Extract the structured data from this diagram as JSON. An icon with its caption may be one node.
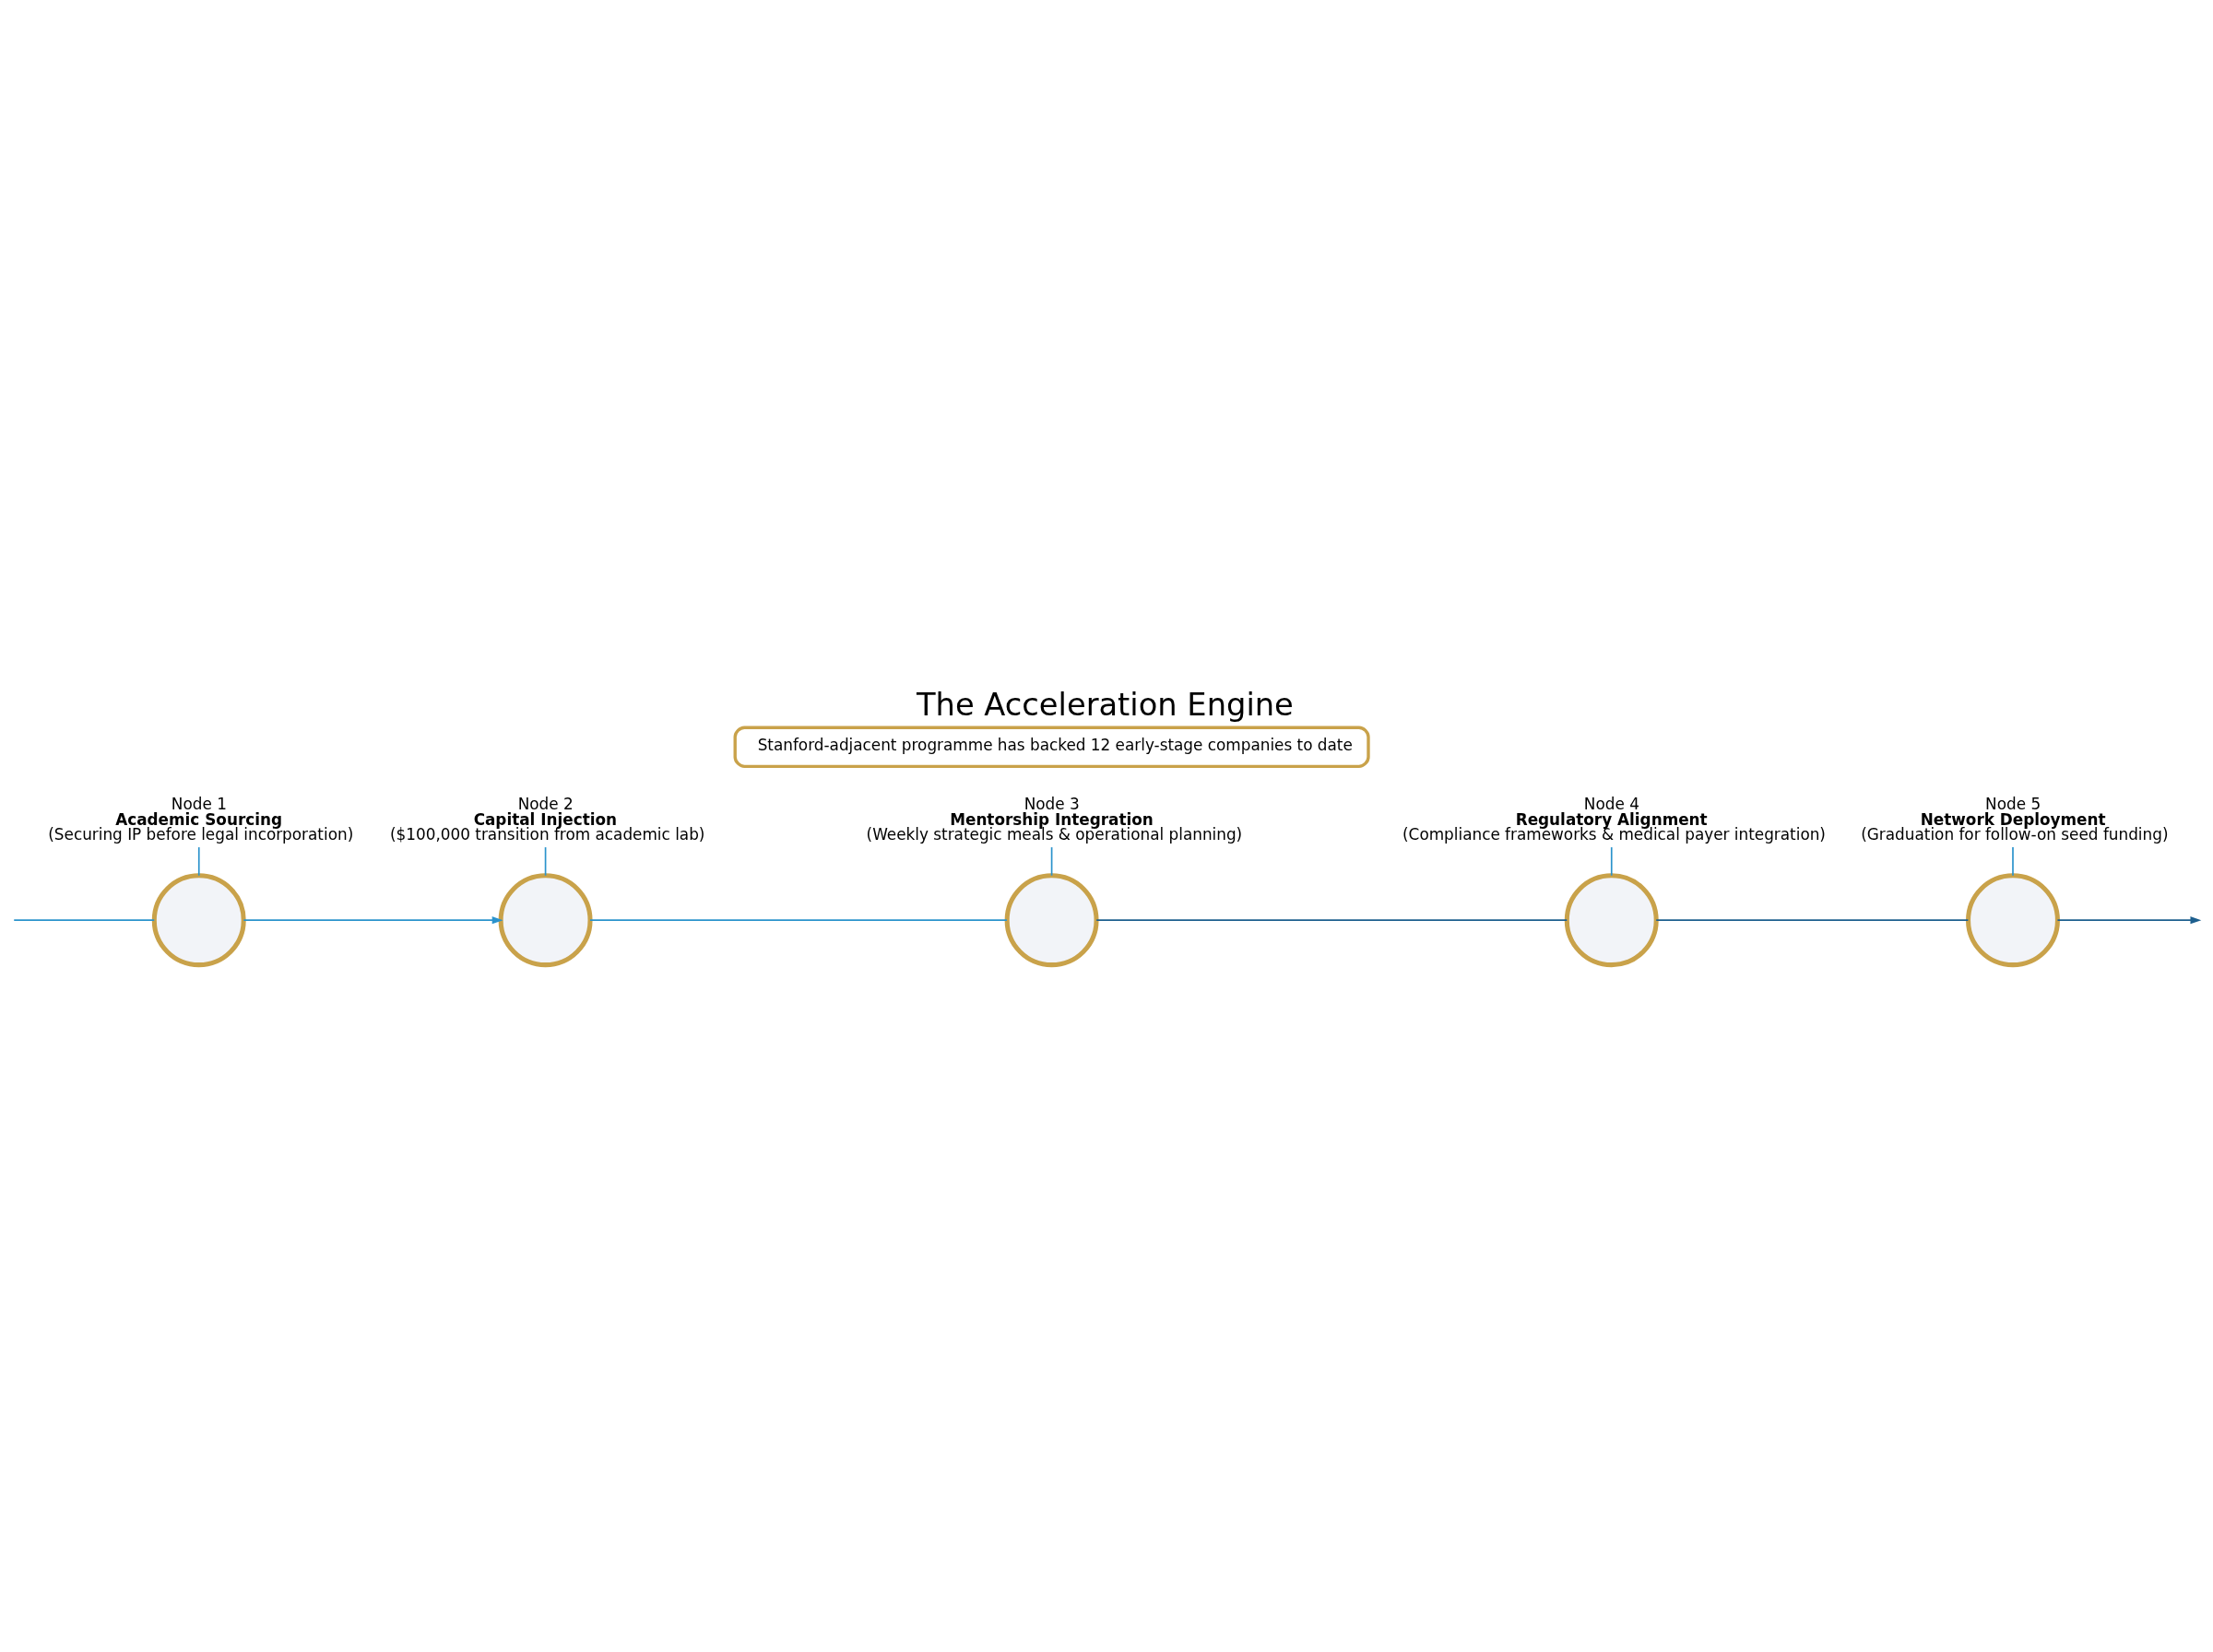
{
  "diagram": {
    "title": "The Acceleration Engine",
    "nodes": [
      {
        "text": [
          "Node 1",
          "Academic Sourcing",
          "(Securing IP before legal incorporation)"
        ]
      },
      {
        "text": [
          "Node 2",
          "Capital Injection",
          "($100,000 transition from academic lab)"
        ]
      },
      {
        "text": [
          "Node 3",
          "Mentorship Integration",
          "(Weekly strategic meals & operational planning)"
        ]
      },
      {
        "text": [
          "Node 4",
          "Regulatory Alignment",
          "(Compliance frameworks & medical payer integration)"
        ]
      },
      {
        "text": [
          "Node 5",
          "Network Deployment",
          "(Graduation for follow-on seed funding)"
        ]
      },
      {
        "text": [],
        "shape": "circle"
      },
      {
        "text": [],
        "shape": "circle"
      },
      {
        "text": [],
        "shape": "circle"
      },
      {
        "text": [],
        "shape": "circle"
      },
      {
        "text": [],
        "shape": "circle"
      },
      {
        "text": [
          "Stanford-adjacent programme has backed 12 early-stage companies to date"
        ]
      }
    ],
    "edges": [
      {
        "from": null,
        "to": 5,
        "arrow": "none"
      },
      {
        "from": 5,
        "to": 6,
        "arrow": "to"
      },
      {
        "from": 6,
        "to": 7,
        "arrow": "none"
      },
      {
        "from": 7,
        "to": 8,
        "arrow": "none",
        "color": "#1d5f8e"
      },
      {
        "from": 8,
        "to": 9,
        "arrow": "none",
        "color": "#1d5f8e"
      },
      {
        "from": 9,
        "to": null,
        "arrow": "to",
        "color": "#1d5f8e"
      },
      {
        "from": 0,
        "to": 5,
        "arrow": "none"
      },
      {
        "from": 1,
        "to": 6,
        "arrow": "none"
      },
      {
        "from": 2,
        "to": 7,
        "arrow": "none"
      },
      {
        "from": 3,
        "to": 8,
        "arrow": "none"
      },
      {
        "from": 4,
        "to": 9,
        "arrow": "none"
      }
    ]
  }
}
